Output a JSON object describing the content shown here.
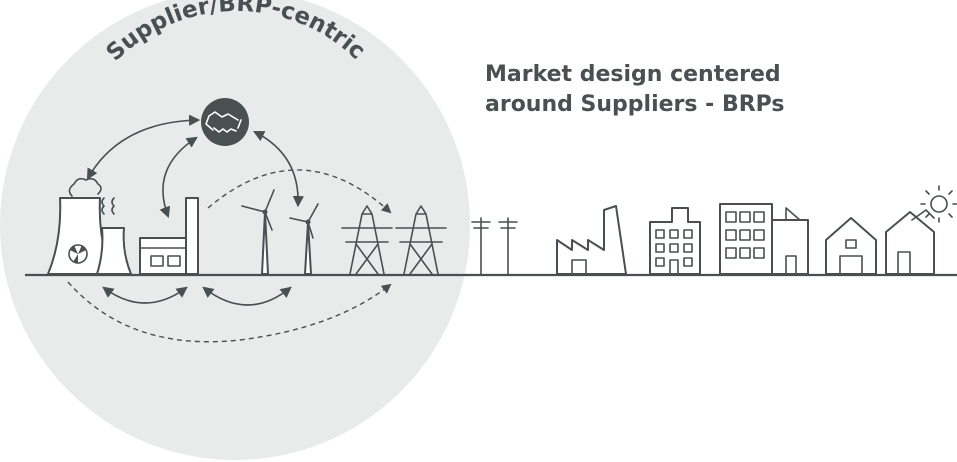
{
  "circle_label": "Supplier/BRP-centric",
  "headline": {
    "line1": "Market design centered",
    "line2": "around Suppliers - BRPs"
  },
  "colors": {
    "circle_fill": "#e9eaea",
    "ink": "#4a4f51",
    "background": "#ffffff"
  },
  "icons": {
    "center": "handshake-icon",
    "generation": [
      "nuclear-plant-icon",
      "thermal-plant-icon",
      "wind-turbine-icon",
      "wind-turbine-icon"
    ],
    "grid": [
      "transmission-tower-icon",
      "transmission-tower-icon",
      "distribution-pole-icon",
      "distribution-pole-icon"
    ],
    "consumers": [
      "factory-icon",
      "office-building-icon",
      "apartment-building-icon",
      "barn-icon",
      "house-with-solar-icon"
    ]
  }
}
